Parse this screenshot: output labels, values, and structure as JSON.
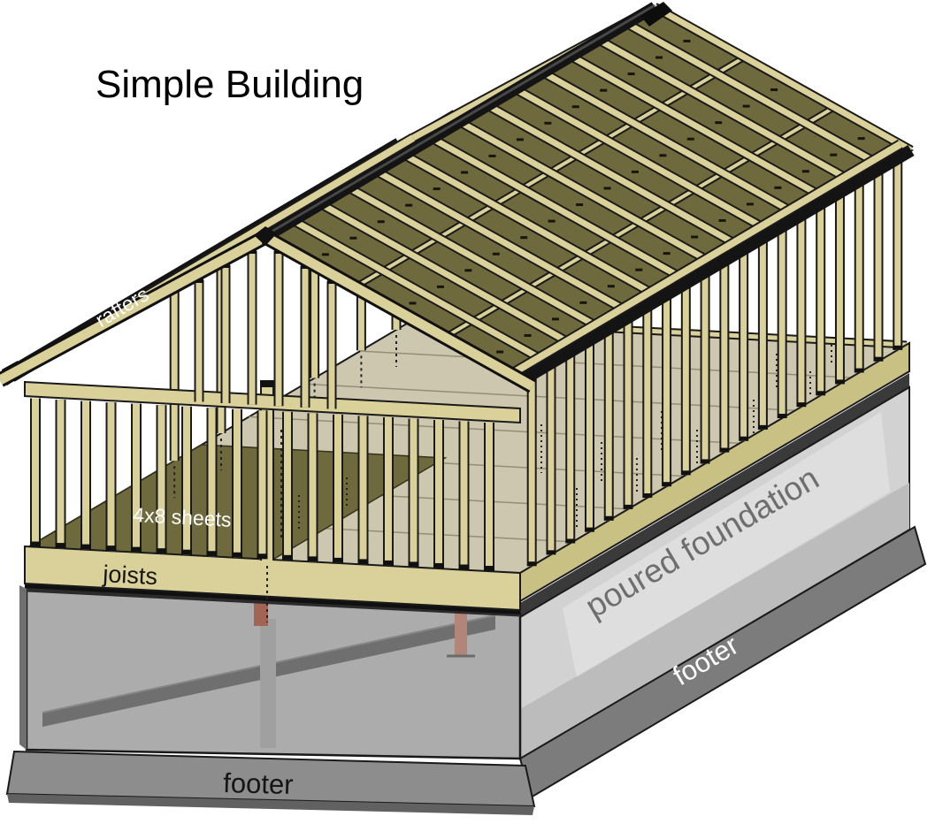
{
  "title": "Simple Building",
  "labels": {
    "rafters": "rafters",
    "sheets": "4x8 sheets",
    "joists": "joists",
    "foundation": "poured foundation",
    "footer_side": "footer",
    "footer_front": "footer"
  },
  "colors": {
    "background": "#ffffff",
    "outline": "#1a1a1a",
    "lumber": "#d9d199",
    "sheathing": "#6e6a3d",
    "sheathing_seam": "#4e4b2a",
    "sheathing_dash": "#17150e",
    "floor_light": "#ccc7ae",
    "floor_seam": "#938e75",
    "rim_side": "#c9c083",
    "concrete_side": "#d2d2d2",
    "concrete_side_shade": "#bcbcbc",
    "concrete_front_glass": "rgba(146,146,146,0.5)",
    "concrete_interior": "#c6c6c6",
    "ledge": "#3a3a3a",
    "footer_side": "#7c7c7c",
    "footer_front": "#8d8d8d",
    "footer_edge": "#616161",
    "girder": "#4c4c4c",
    "column": "#aeaeae",
    "post_red": "#b23917",
    "post_red_light": "#d17a60",
    "ridge": "#141414",
    "fascia": "#141414",
    "text_title": "#000000",
    "text_light": "#ffffff",
    "text_dark": "#161616",
    "text_foundation": "#6e6e6e"
  }
}
